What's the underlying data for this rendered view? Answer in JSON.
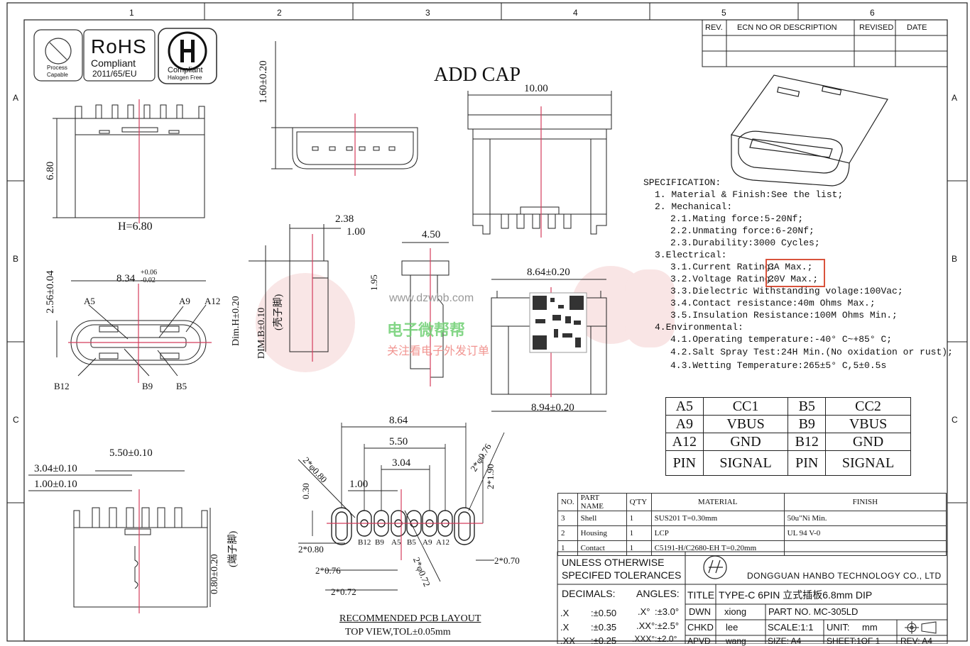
{
  "border": {
    "columns": [
      "1",
      "2",
      "3",
      "4",
      "5",
      "6"
    ],
    "rows": [
      "A",
      "B",
      "C"
    ]
  },
  "badges": {
    "pb_line1": "Process",
    "pb_line2": "Capable",
    "rohs_title": "RoHS",
    "rohs_line2": "Compliant",
    "rohs_line3": "2011/65/EU",
    "hf_line1": "Compliant",
    "hf_line2": "Halogen Free"
  },
  "revision_table": {
    "headers": [
      "REV.",
      "ECN NO OR DESCRIPTION",
      "REVISED",
      "DATE"
    ]
  },
  "heading": "ADD CAP",
  "dims": {
    "h680_vert": "6.80",
    "h680_label": "H=6.80",
    "d160": "1.60±0.20",
    "d1000": "10.00",
    "d256": "2.56±0.04",
    "d834": "8.34",
    "d834_tol_up": "+0.06",
    "d834_tol_dn": "-0.02",
    "a5": "A5",
    "a9": "A9",
    "a12": "A12",
    "b12": "B12",
    "b9": "B9",
    "b5": "B5",
    "d238": "2.38",
    "d100": "1.00",
    "dimh": "Dim.H±0.20",
    "dimb": "DIM.B±0.10",
    "shell_pin": "(壳子脚)",
    "d450": "4.50",
    "d195": "1.95",
    "d864": "8.64±0.20",
    "d894": "8.94±0.20",
    "d550": "5.50±0.10",
    "d304": "3.04±0.10",
    "d100b": "1.00±0.10",
    "d080": "0.80±0.20",
    "term_pin": "(端子脚)",
    "pcb_864": "8.64",
    "pcb_550": "5.50",
    "pcb_304": "3.04",
    "pcb_100": "1.00",
    "pcb_030": "0.30",
    "pcb_2phi080": "2*φ0.80",
    "pcb_2phi076": "2*φ0.76",
    "pcb_2x190": "2*1.90",
    "pcb_2x080": "2*0.80",
    "pcb_2x076": "2*0.76",
    "pcb_2x072": "2*0.72",
    "pcb_2phi072": "2*φ0.72",
    "pcb_2x070": "2*0.70",
    "pcb_pins": [
      "B12",
      "B9",
      "A5",
      "B5",
      "A9",
      "A12"
    ],
    "pcb_title": "RECOMMENDED PCB LAYOUT",
    "pcb_sub": "TOP VIEW,TOL±0.05mm"
  },
  "watermark": {
    "url": "www.dzwbb.com",
    "line1": "电子微帮帮",
    "line2": "关注看电子外发订单"
  },
  "spec": {
    "title": "SPECIFICATION:",
    "lines": [
      "1. Material & Finish:See the list;",
      "2. Mechanical:",
      "2.1.Mating force:5-20Nf;",
      "2.2.Unmating force:6-20Nf;",
      "2.3.Durability:3000 Cycles;",
      "3.Electrical:",
      "3.1.Current Rating:",
      "3.2.Voltage Rating:",
      "3.3.Dielectric Withstanding volage:100Vac;",
      "3.4.Contact resistance:40m Ohms Max.;",
      "3.5.Insulation Resistance:100M Ohms Min.;",
      "4.Environmental:",
      "4.1.Operating temperature:-40° C~+85° C;",
      "4.2.Salt Spray Test:24H Min.(No oxidation or rust);",
      "4.3.Wetting Temperature:265±5° C,5±0.5s"
    ],
    "current_value": "3A Max.;",
    "voltage_value": "20V Max.;",
    "highlight_color": "#d9533c"
  },
  "pin_table": [
    [
      "A5",
      "CC1",
      "B5",
      "CC2"
    ],
    [
      "A9",
      "VBUS",
      "B9",
      "VBUS"
    ],
    [
      "A12",
      "GND",
      "B12",
      "GND"
    ],
    [
      "PIN",
      "SIGNAL",
      "PIN",
      "SIGNAL"
    ]
  ],
  "bom": {
    "headers": [
      "NO.",
      "PART NAME",
      "Q'TY",
      "MATERIAL",
      "FINISH"
    ],
    "rows": [
      [
        "3",
        "Shell",
        "1",
        "SUS201 T=0.30mm",
        "50u\"Ni Min."
      ],
      [
        "2",
        "Housing",
        "1",
        "LCP",
        "UL 94 V-0"
      ],
      [
        "1",
        "Contact",
        "1",
        "C5191-H/C2680-EH T=0.20mm",
        ""
      ]
    ]
  },
  "title_block": {
    "unless1": "UNLESS OTHERWISE",
    "unless2": "SPECIFED TOLERANCES",
    "company": "DONGGUAN HANBO TECHNOLOGY CO., LTD",
    "decimals": "DECIMALS:",
    "angles": "ANGLES:",
    "tol_rows": [
      [
        ".X",
        ":±0.50",
        ".X°",
        ":±3.0°"
      ],
      [
        ".X",
        ":±0.35",
        ".XX°",
        ":±2.5°"
      ],
      [
        ".XX",
        ":±0.25",
        ".XXX°",
        ":±2.0°"
      ]
    ],
    "title_label": "TITLE",
    "title_value": "TYPE-C 6PIN 立式插板6.8mm DIP",
    "dwn_label": "DWN",
    "dwn_value": "xiong",
    "part_no": "PART NO. MC-305LD",
    "chkd_label": "CHKD",
    "chkd_value": "lee",
    "scale": "SCALE:1:1",
    "unit": "UNIT:",
    "unit_value": "mm",
    "apvd_label": "APVD",
    "apvd_value": "wang",
    "size": "SIZE: A4",
    "sheet": "SHEET:1OF 1",
    "rev": "REV: A4"
  }
}
